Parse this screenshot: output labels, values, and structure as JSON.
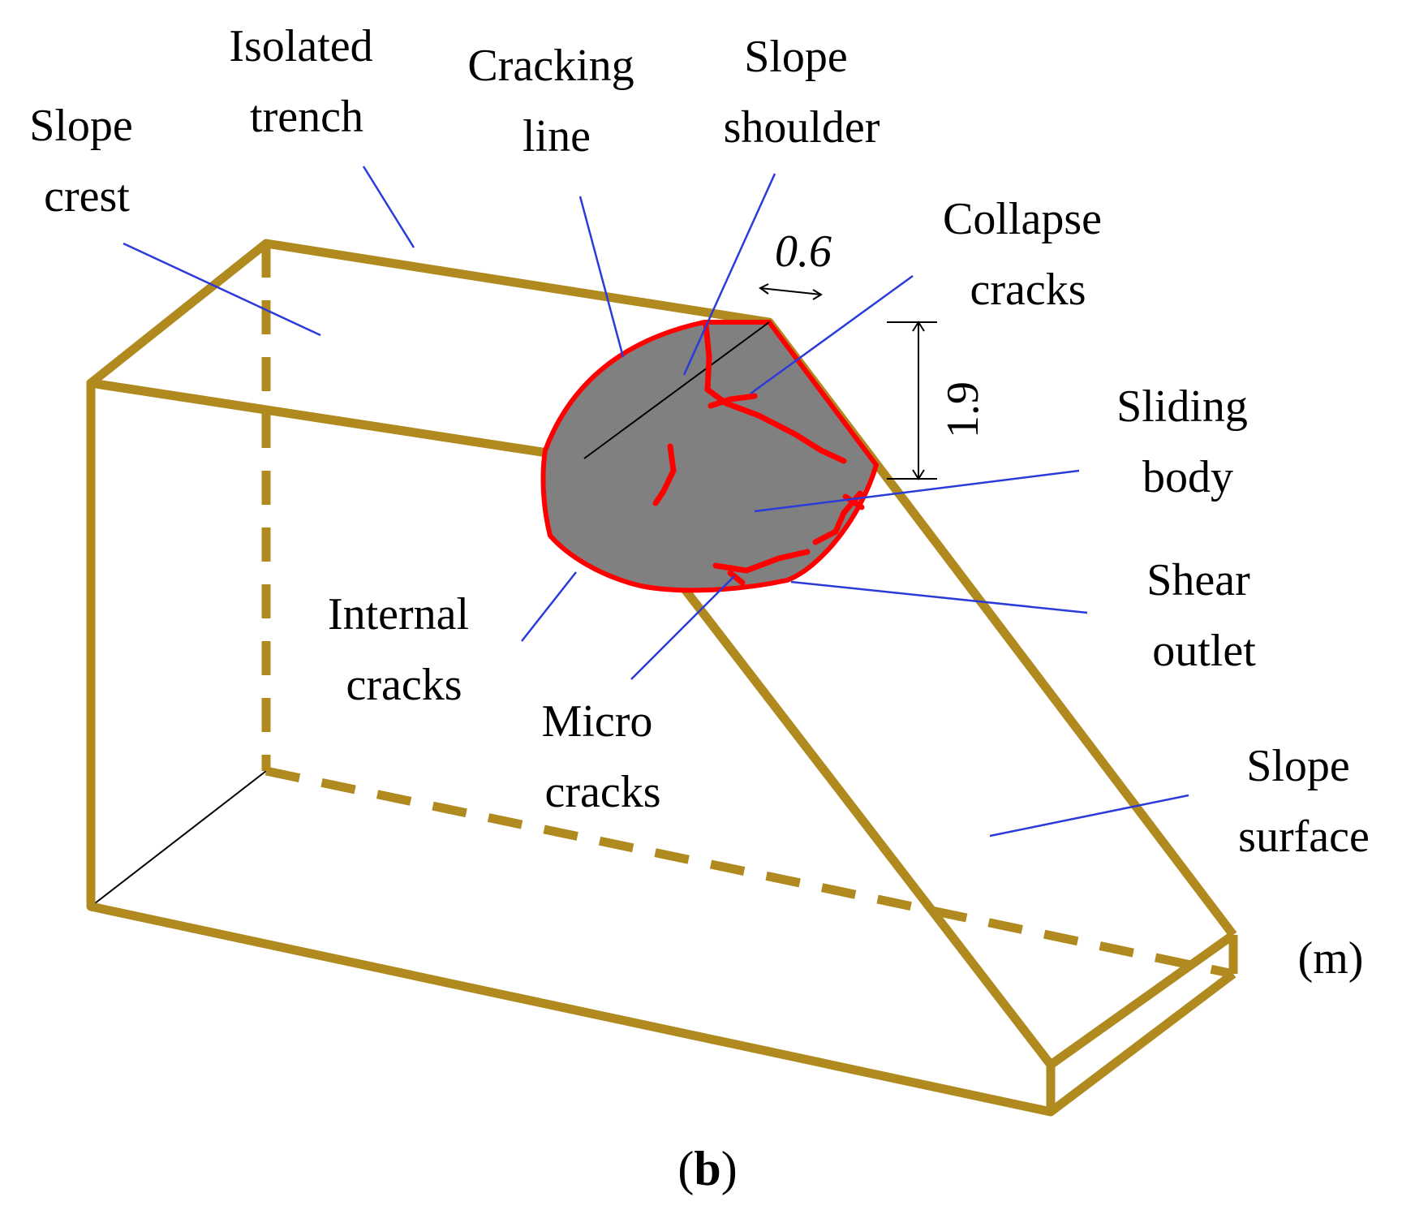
{
  "labels": {
    "slope_crest": [
      "Slope",
      "crest"
    ],
    "isolated_trench": [
      "Isolated",
      "trench"
    ],
    "cracking_line": [
      "Cracking",
      "line"
    ],
    "slope_shoulder": [
      "Slope",
      "shoulder"
    ],
    "collapse_cracks": [
      "Collapse",
      "cracks"
    ],
    "sliding_body": [
      "Sliding",
      "body"
    ],
    "shear_outlet": [
      "Shear",
      "outlet"
    ],
    "internal_cracks": [
      "Internal",
      "cracks"
    ],
    "micro_cracks": [
      "Micro",
      "cracks"
    ],
    "slope_surface": [
      "Slope",
      "surface"
    ]
  },
  "dimensions": {
    "width": "0.6",
    "height": "1.9",
    "unit": "(m)"
  },
  "caption": {
    "open": "(",
    "letter": "b",
    "close": ")"
  },
  "colors": {
    "frame": "#b08a1e",
    "leader": "#2b3bd9",
    "crack": "#ff0000",
    "sliding_body": "#808080",
    "edge": "#000000"
  }
}
